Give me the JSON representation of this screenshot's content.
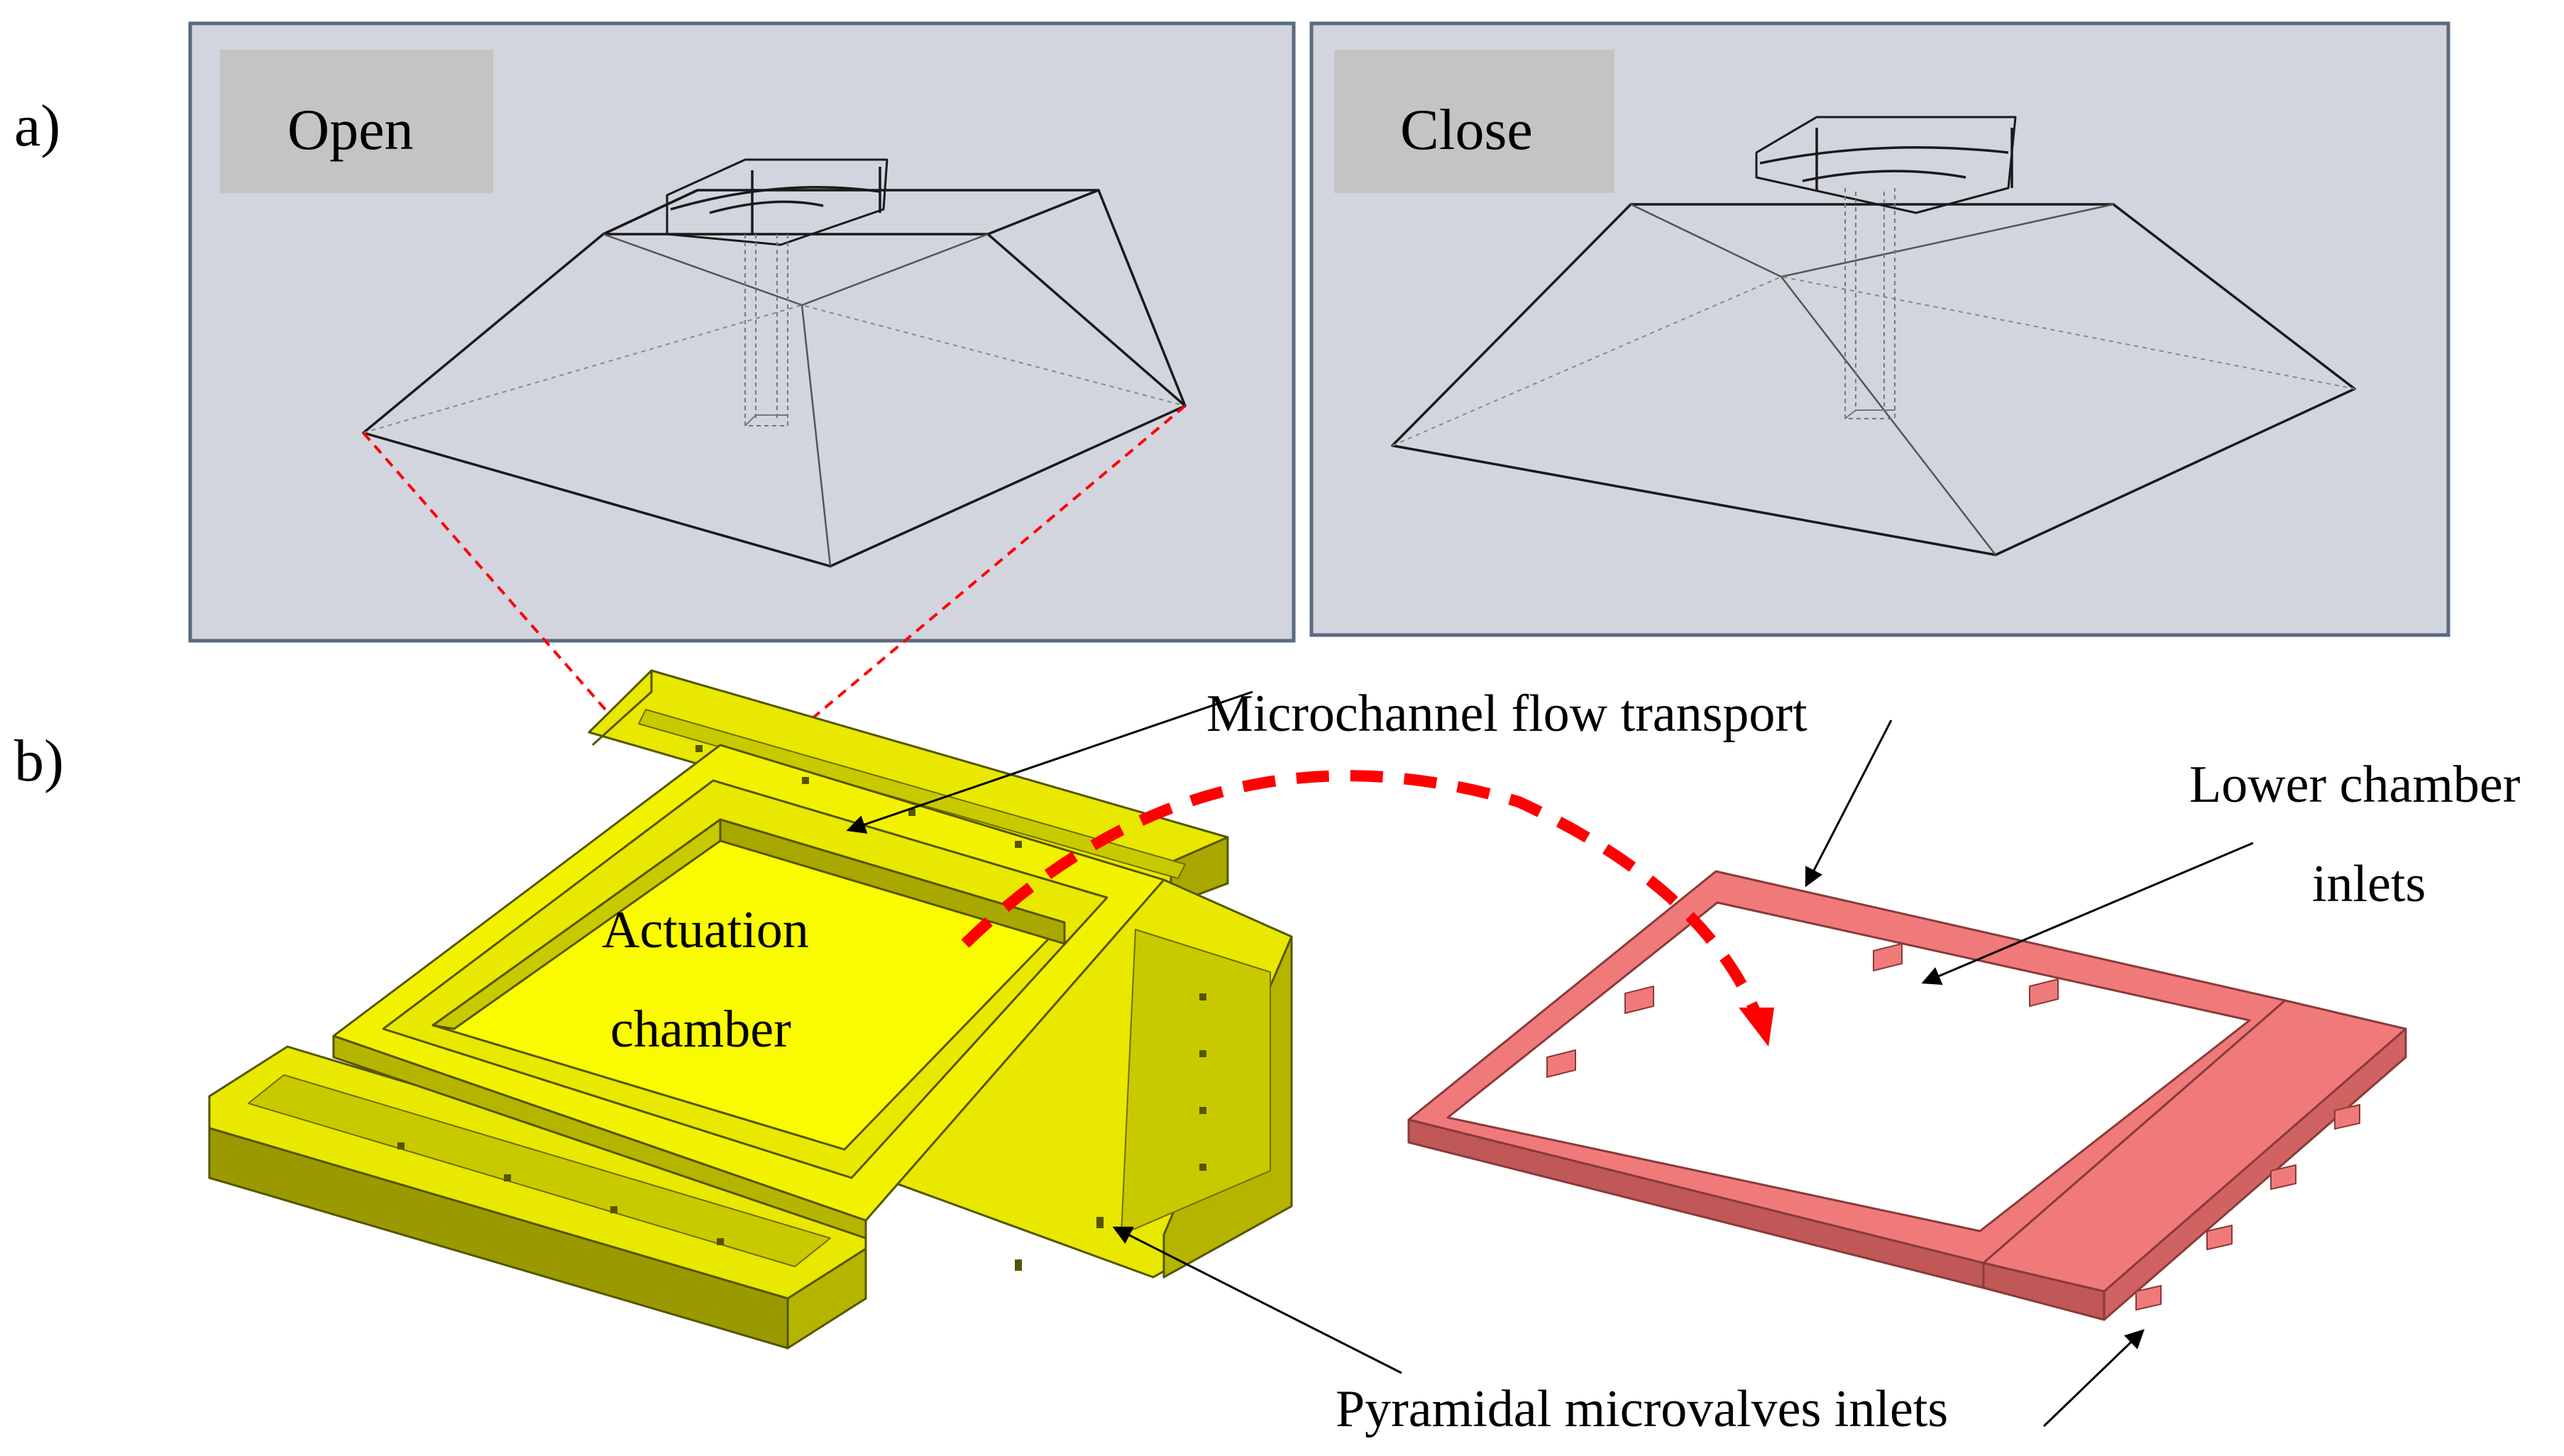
{
  "panel_a": {
    "tag": "a)",
    "views": [
      {
        "label": "Open"
      },
      {
        "label": "Close"
      }
    ]
  },
  "panel_b": {
    "tag": "b)",
    "actuation_label_line1": "Actuation",
    "actuation_label_line2": "chamber",
    "annotations": {
      "microchannel": "Microchannel flow transport",
      "lower_chamber_line1": "Lower chamber",
      "lower_chamber_line2": "inlets",
      "pyramidal": "Pyramidal microvalves inlets"
    }
  },
  "colors": {
    "view_background": "#d2d5de",
    "view_border": "#5a6a80",
    "label_box": "#c4c4c4",
    "yellow_part": "#e8e800",
    "yellow_dark": "#9a9a00",
    "pink_part": "#f07a7a",
    "pink_dark": "#c05858",
    "red_accent": "#ff0000"
  }
}
